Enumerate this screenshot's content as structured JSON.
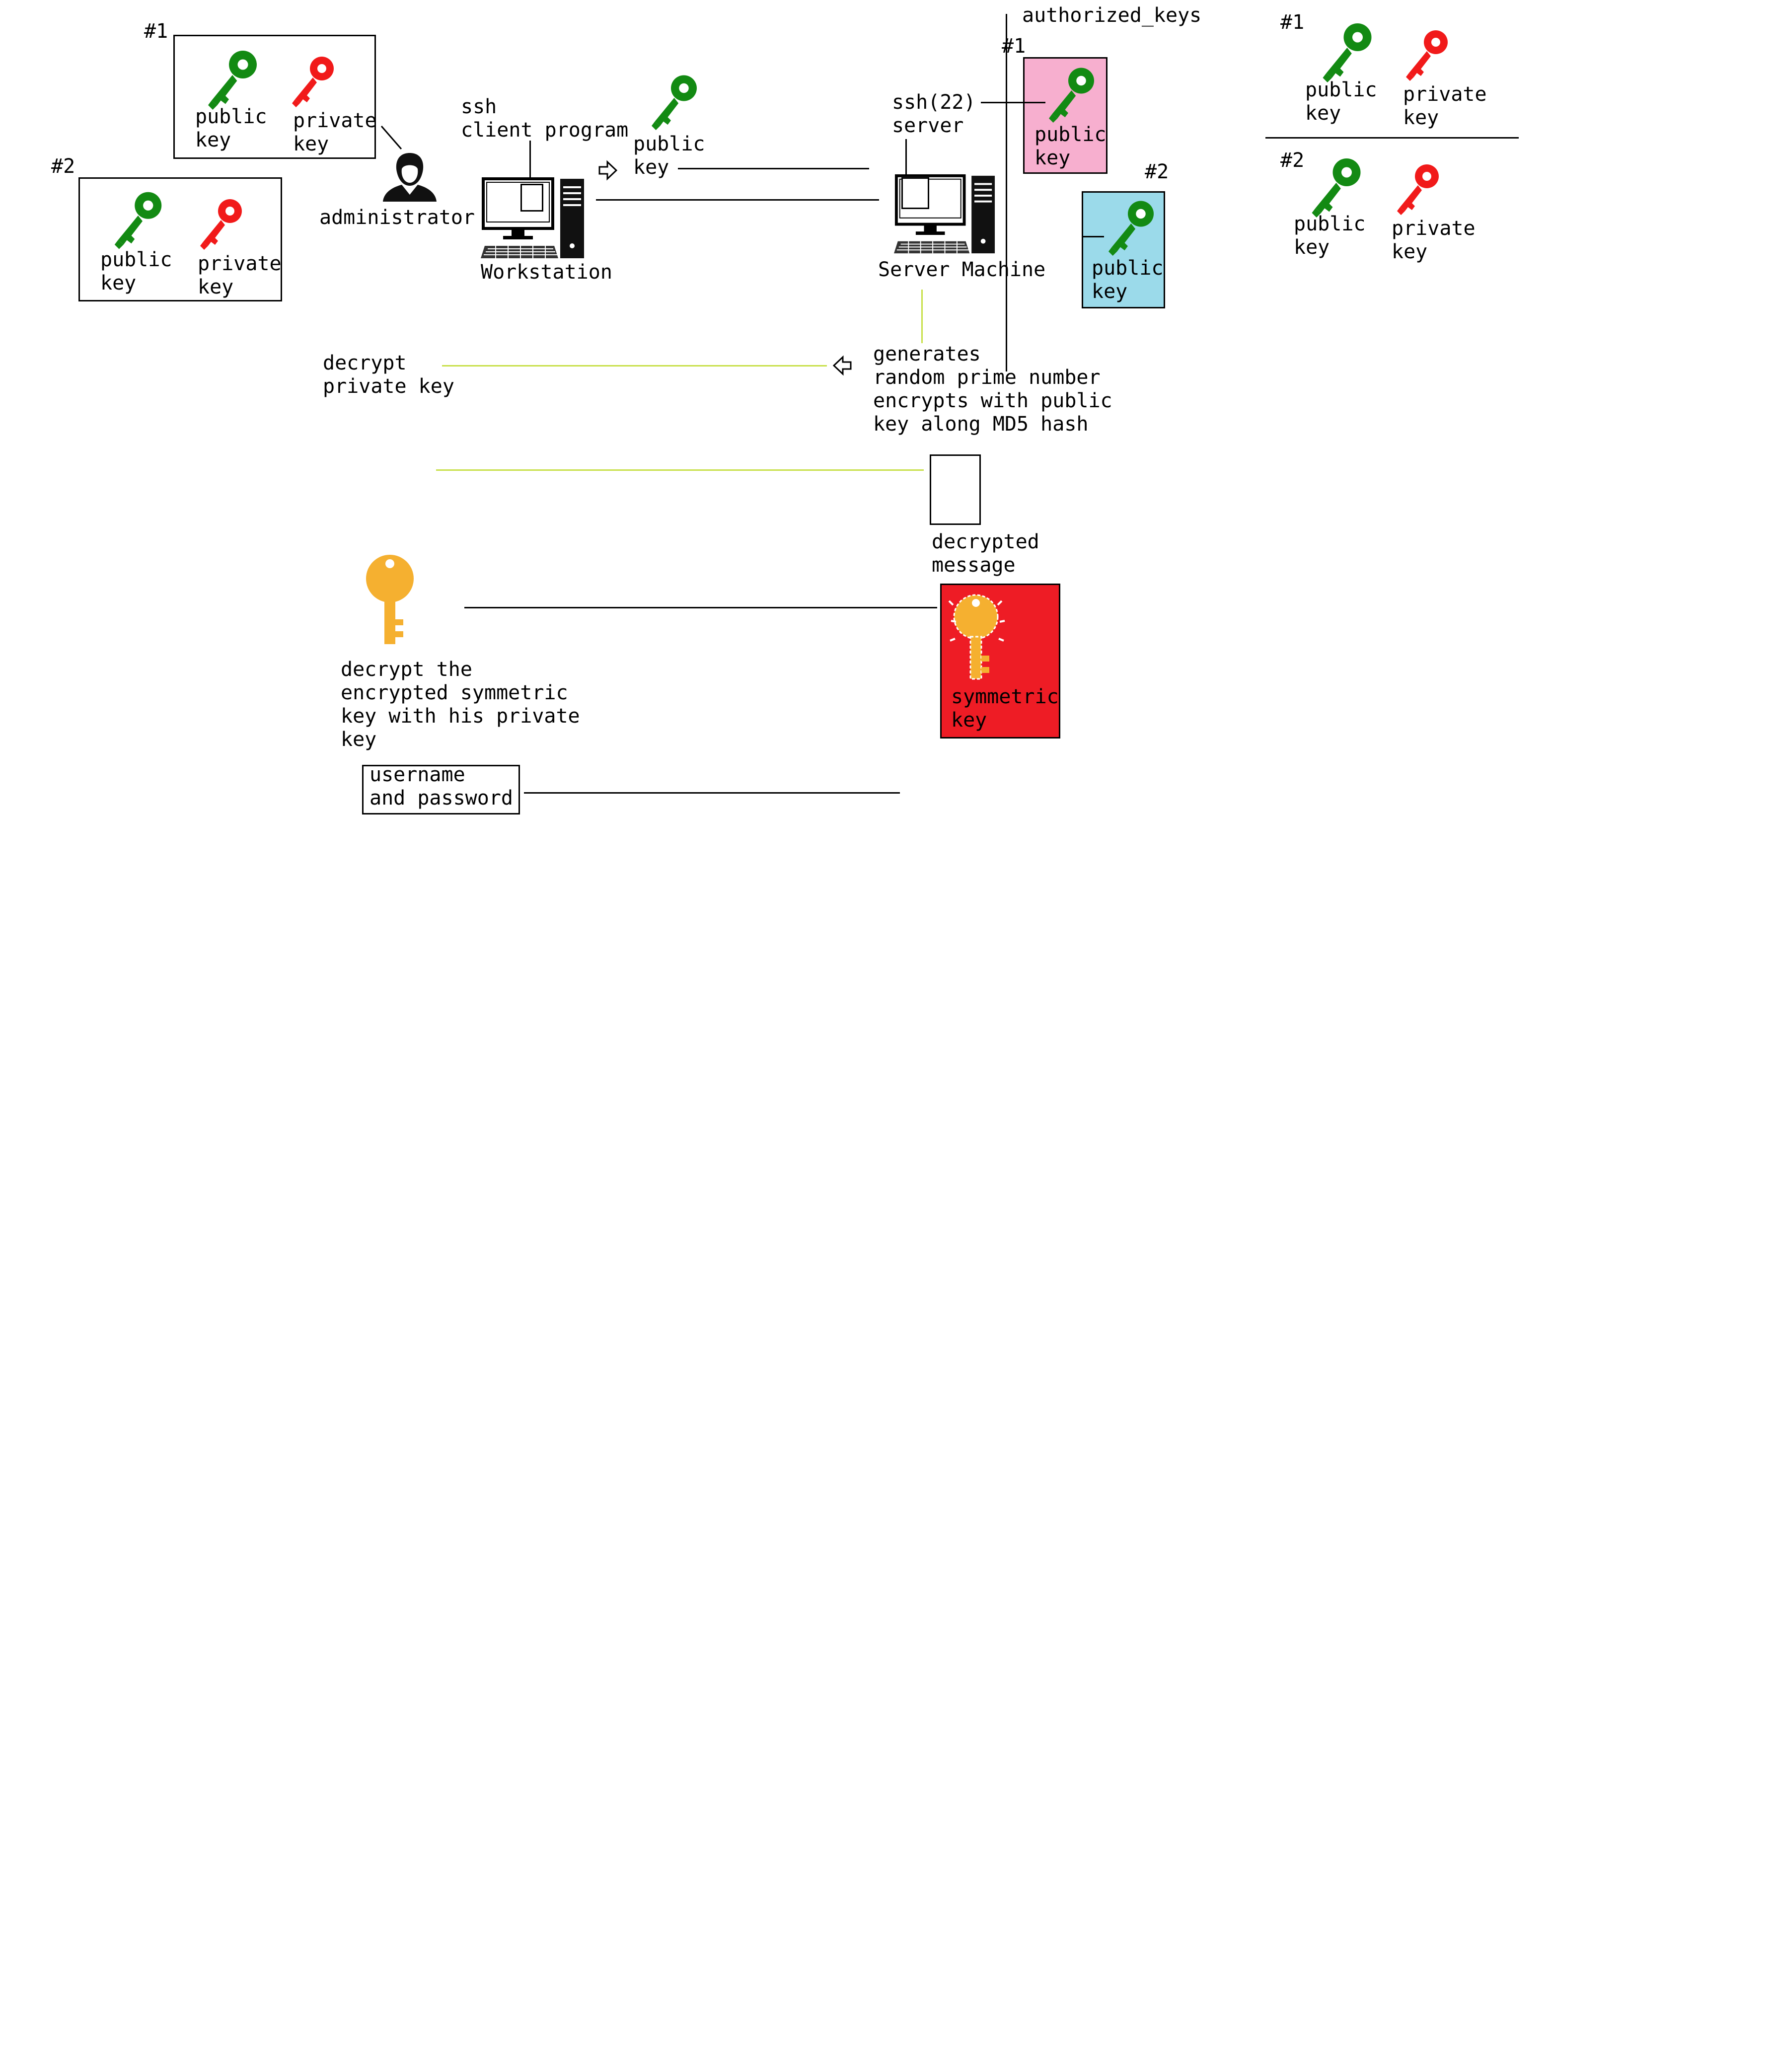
{
  "colors": {
    "public_key": "#138a13",
    "private_key": "#f11a1a",
    "symmetric_key": "#f5b030",
    "pink": "#f7afcf",
    "blue": "#9bdaea",
    "red_box": "#ee1c25",
    "green_line": "#c8e04a"
  },
  "left_keypairs": [
    {
      "num": "#1",
      "public_label": "public\nkey",
      "private_label": "private\nkey"
    },
    {
      "num": "#2",
      "public_label": "public\nkey",
      "private_label": "private\nkey"
    }
  ],
  "administrator": {
    "label": "administrator",
    "icon": "user-icon"
  },
  "workstation": {
    "label": "Workstation",
    "program_label": "ssh\nclient program",
    "icon": "desktop-computer-icon"
  },
  "transfer_key": {
    "label": "public\nkey",
    "icon": "key-icon"
  },
  "server": {
    "label": "Server Machine",
    "program_label": "ssh(22)\nserver",
    "icon": "desktop-computer-icon"
  },
  "authorized_keys": {
    "label": "authorized_keys",
    "entries": [
      {
        "num": "#1",
        "label": "public\nkey"
      },
      {
        "num": "#2",
        "label": "public\nkey"
      }
    ]
  },
  "right_keypairs": [
    {
      "num": "#1",
      "public_label": "public\nkey",
      "private_label": "private\nkey"
    },
    {
      "num": "#2",
      "public_label": "public\nkey",
      "private_label": "private\nkey"
    }
  ],
  "steps": {
    "decrypt_private": "decrypt\nprivate key",
    "generates": "generates\nrandom prime number\nencrypts with public\nkey along MD5 hash",
    "decrypted_message": "decrypted\nmessage",
    "decrypt_symmetric": "decrypt the\nencrypted symmetric\nkey with his private\nkey",
    "symmetric_key": "symmetric\nkey",
    "username_password": "username\nand password"
  }
}
